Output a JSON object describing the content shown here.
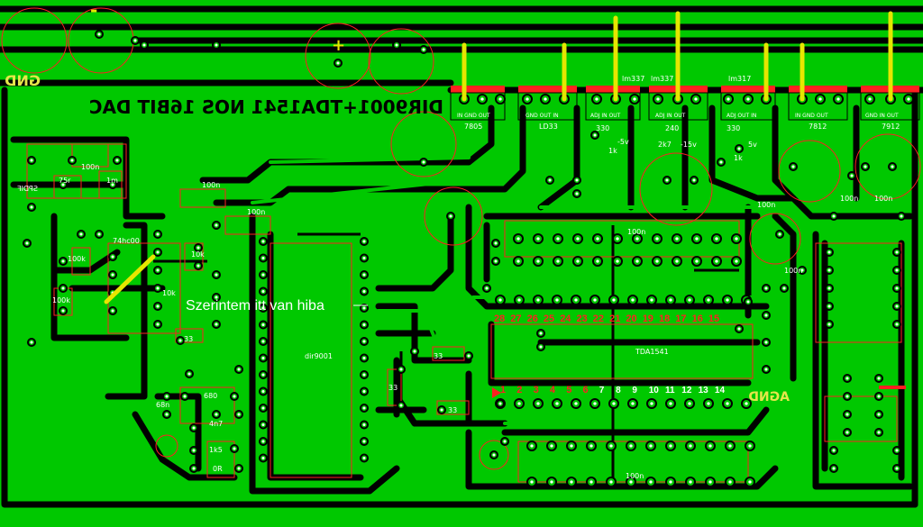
{
  "board": {
    "title_mirrored": "DIR9001+TDA1541 NOS 16BIT DAC",
    "gnd_label": "GND",
    "agnd_label": "AGND",
    "spdif_label": "SPDIF",
    "dir_chip_label": "dir9001",
    "tda_chip_label": "TDA1541",
    "minus_sign": "-",
    "plus_sign": "+",
    "annotation": "Szerintem itt van hiba"
  },
  "regulators": [
    {
      "name": "7805",
      "pins": "IN GND OUT"
    },
    {
      "name": "LD33",
      "pins": "GND OUT IN"
    },
    {
      "name": "lm337",
      "pins": "ADJ IN OUT"
    },
    {
      "name": "lm337",
      "pins": "ADJ IN OUT"
    },
    {
      "name": "lm317",
      "pins": "ADJ OUT IN"
    },
    {
      "name": "7812",
      "pins": "IN GND OUT"
    },
    {
      "name": "7912",
      "pins": "GND IN OUT"
    }
  ],
  "component_labels": {
    "r_75r": "75r",
    "r_1m": "1m",
    "c_100n_a": "100n",
    "u_74hc00": "74hc00",
    "r_100k_a": "100k",
    "r_10k_a": "10k",
    "r_100k_b": "100k",
    "r_10k_b": "10k",
    "r_33_a": "33",
    "c_100n_b": "100n",
    "c_100n_c": "100n",
    "r_68n": "68n",
    "r_680": "680",
    "c_4n7": "4n7",
    "r_1k5": "1k5",
    "r_0r": "0R",
    "r_33_b": "33",
    "r_33_c": "33",
    "r_33_d": "33",
    "r_330": "330",
    "r_240": "240",
    "r_330b": "330",
    "r_2k7": "2k7",
    "r_1k": "1k",
    "v_m5": "-5v",
    "v_m15": "-15v",
    "v_5": "5v",
    "r_1k_b": "1k",
    "c_100n_d": "100n",
    "c_100n_e": "100n",
    "c_100n_f": "100n",
    "c_100n_g": "100n",
    "c_100n_h": "100n",
    "c_100n_i": "100n"
  },
  "tda_top_pins": [
    "28",
    "27",
    "26",
    "25",
    "24",
    "23",
    "22",
    "21",
    "20",
    "19",
    "18",
    "17",
    "16",
    "15"
  ],
  "tda_bottom_pins": [
    "1",
    "2",
    "3",
    "4",
    "5",
    "6",
    "7",
    "8",
    "9",
    "10",
    "11",
    "12",
    "13",
    "14"
  ],
  "colors": {
    "copper": "#00c800",
    "background": "#000000",
    "silk": "#ffffff",
    "jumper": "#e6e600",
    "outline": "#ff2020",
    "label_yellow": "#e6e64a"
  }
}
